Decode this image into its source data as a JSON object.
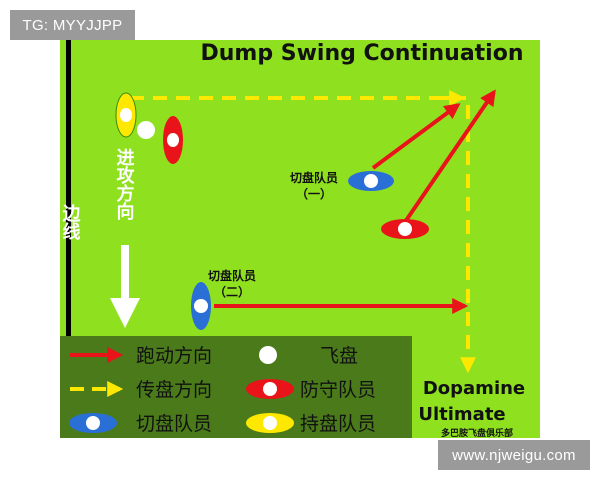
{
  "watermark_top": "TG: MYYJJPP",
  "watermark_bottom": "www.njweigu.com",
  "diagram": {
    "title": "Dump Swing Continuation",
    "sideline_label": "边线",
    "attack_direction_label": "进攻方向",
    "cutter_one_label": "切盘队员",
    "cutter_one_index": "（一）",
    "cutter_two_label": "切盘队员",
    "cutter_two_index": "（二）",
    "brand_line1": "Dopamine",
    "brand_line2": "Ultimate",
    "brand_sub": "多巴胺飞盘俱乐部",
    "colors": {
      "field": "#8fe01f",
      "legend_bg": "#4a7a1a",
      "run_arrow": "#e8141a",
      "pass_arrow": "#ffe800",
      "cutter": "#2a6fd6",
      "defender": "#e8141a",
      "handler": "#ffe800",
      "sideline": "#000000"
    }
  },
  "legend": {
    "run_label": "跑动方向",
    "disc_label": "飞盘",
    "pass_label": "传盘方向",
    "defender_label": "防守队员",
    "cutter_label": "切盘队员",
    "handler_label": "持盘队员"
  }
}
